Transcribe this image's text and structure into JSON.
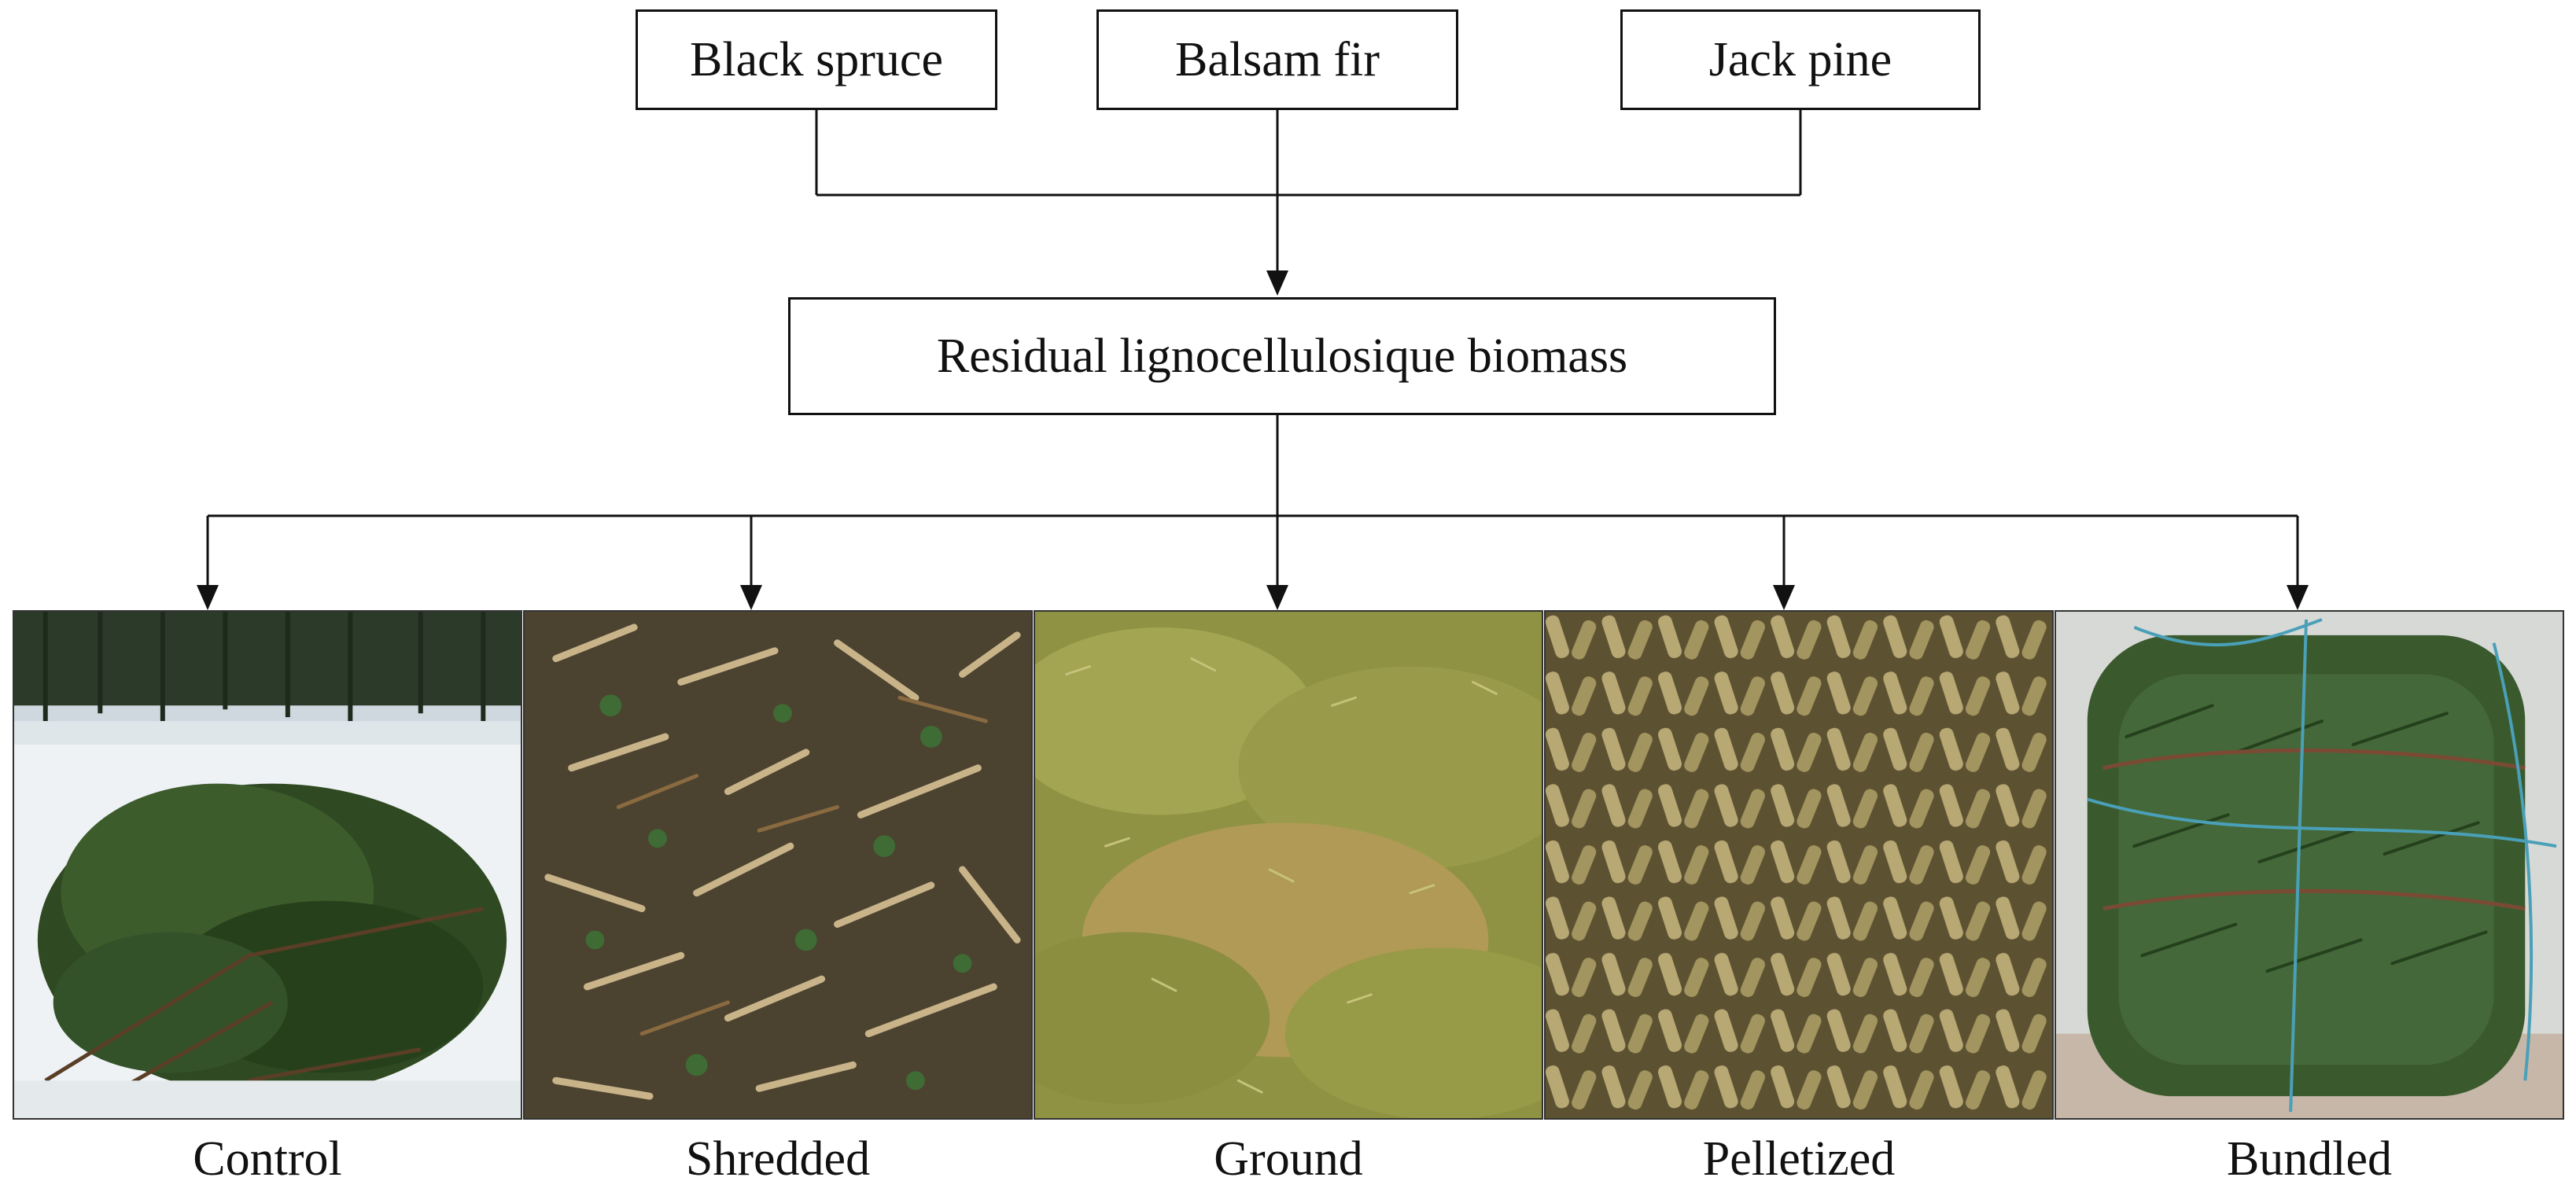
{
  "species": [
    {
      "label": "Black spruce"
    },
    {
      "label": "Balsam fir"
    },
    {
      "label": "Jack pine"
    }
  ],
  "biomass": {
    "label": "Residual lignocellulosique biomass"
  },
  "treatments": [
    {
      "label": "Control",
      "photo_icon": "spruce-branches-on-snow"
    },
    {
      "label": "Shredded",
      "photo_icon": "shredded-wood-chips"
    },
    {
      "label": "Ground",
      "photo_icon": "ground-green-fibers"
    },
    {
      "label": "Pelletized",
      "photo_icon": "wood-pellets"
    },
    {
      "label": "Bundled",
      "photo_icon": "tied-branch-bundle"
    }
  ],
  "colors": {
    "line": "#111111",
    "snow": "#eef2f5",
    "foliage": "#2f4a22",
    "chips": "#6b5a3a",
    "ground": "#9a9b4a",
    "pellets": "#8c7e4e",
    "bundle": "#3a5a2e"
  }
}
